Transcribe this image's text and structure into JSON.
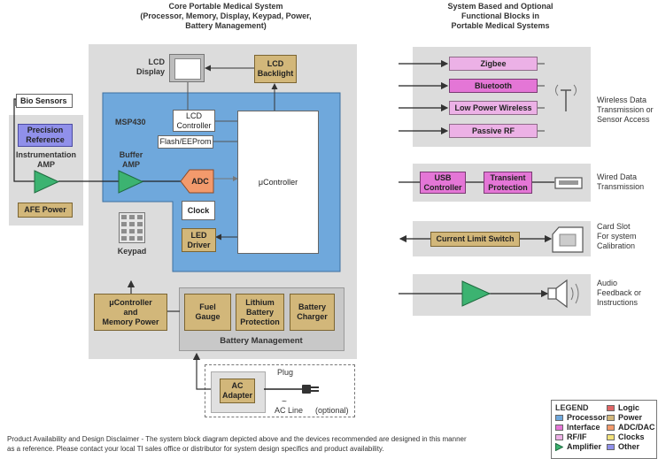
{
  "titles": {
    "core": "Core Portable Medical System\n(Processor, Memory, Display, Keypad, Power,\nBattery Management)",
    "optional": "System Based and Optional\nFunctional Blocks in\nPortable Medical Systems"
  },
  "core": {
    "lcd_display": "LCD\nDisplay",
    "lcd_backlight": "LCD\nBacklight",
    "bio_sensors": "Bio Sensors",
    "precision_reference": "Precision\nReference",
    "instrumentation_amp": "Instrumentation\nAMP",
    "afe_power": "AFE Power",
    "msp430": "MSP430",
    "lcd_controller": "LCD\nController",
    "flash": "Flash/EEProm",
    "buffer_amp": "Buffer\nAMP",
    "adc": "ADC",
    "microcontroller": "μController",
    "clock": "Clock",
    "led_driver": "LED\nDriver",
    "keypad": "Keypad",
    "uc_memory_power": "μController\nand\nMemory Power",
    "fuel_gauge": "Fuel\nGauge",
    "lithium_protection": "Lithium\nBattery\nProtection",
    "battery_charger": "Battery\nCharger",
    "battery_management": "Battery Management",
    "ac_adapter": "AC\nAdapter",
    "plug": "Plug",
    "ac_line": "AC Line",
    "optional": "(optional)"
  },
  "wireless": {
    "items": [
      "Zigbee",
      "Bluetooth",
      "Low Power Wireless",
      "Passive RF"
    ],
    "label": "Wireless Data\nTransmission or\nSensor Access"
  },
  "wired": {
    "usb": "USB\nController",
    "transient": "Transient\nProtection",
    "label": "Wired Data\nTransmission"
  },
  "card": {
    "switch": "Current Limit Switch",
    "label": "Card Slot\nFor system\nCalibration"
  },
  "audio": {
    "label": "Audio\nFeedback or\nInstructions"
  },
  "legend": {
    "title": "LEGEND",
    "items": [
      {
        "label": "Processor",
        "color": "#6fa8dc"
      },
      {
        "label": "Interface",
        "color": "#e476d6"
      },
      {
        "label": "RF/IF",
        "color": "#ecb1e6"
      },
      {
        "label": "Amplifier",
        "color": "#3cb371"
      },
      {
        "label": "Logic",
        "color": "#e06666"
      },
      {
        "label": "Power",
        "color": "#d2b77a"
      },
      {
        "label": "ADC/DAC",
        "color": "#f39a6c"
      },
      {
        "label": "Clocks",
        "color": "#f3e27a"
      },
      {
        "label": "Other",
        "color": "#9090ea"
      }
    ]
  },
  "disclaimer": {
    "line1": "Product Availability and Design Disclaimer - The system block diagram depicted above and the devices recommended are designed in this manner",
    "line2": "as a reference.  Please contact your local TI sales office or distributor for system design specifics and product availability."
  }
}
